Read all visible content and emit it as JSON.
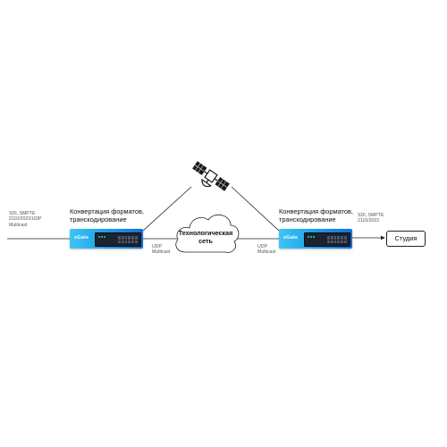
{
  "left_input": {
    "text": "SDI, SMPTE\n2110/2022/UDP\nMulticast"
  },
  "left_device": {
    "title": "Конвертация форматов,\nтранскодирование",
    "brand": "sGate"
  },
  "left_output": {
    "text": "UDP\nMulticast"
  },
  "network": {
    "label": "Технологическая\nсеть"
  },
  "right_input": {
    "text": "UDP\nMulticast"
  },
  "right_device": {
    "title": "Конвертация форматов,\nтранскодирование",
    "brand": "sGate"
  },
  "right_output": {
    "text": "SDI, SMPTE\n2110/2022"
  },
  "studio": {
    "label": "Студия"
  },
  "colors": {
    "device_gradient_start": "#3ec4f6",
    "device_gradient_end": "#1270d8",
    "line": "#222222"
  },
  "icons": {
    "satellite": "satellite-icon",
    "cloud": "cloud-icon"
  }
}
